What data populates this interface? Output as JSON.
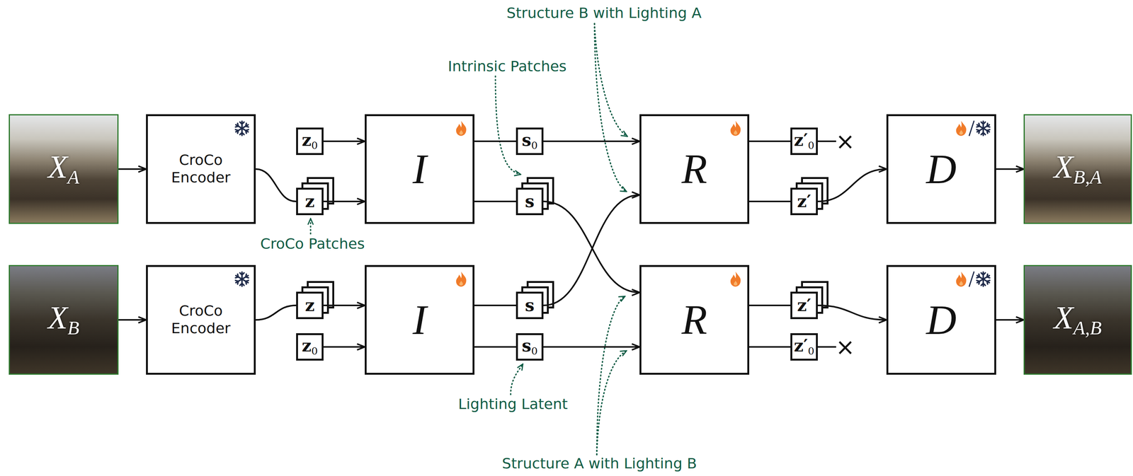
{
  "diagram": {
    "nodes": [
      {
        "text": [
          "X",
          "A"
        ]
      },
      {
        "text": [
          "CroCo Encoder"
        ]
      },
      {
        "text": [
          "z",
          "0"
        ]
      },
      {
        "text": [
          "z"
        ]
      },
      {
        "text": [
          "I"
        ]
      },
      {
        "text": [
          "s",
          "0"
        ]
      },
      {
        "text": [
          "s"
        ]
      },
      {
        "text": [
          "R"
        ]
      },
      {
        "text": [
          "z′",
          "0"
        ]
      },
      {
        "text": [
          "z′"
        ]
      },
      {
        "text": [
          "D"
        ]
      },
      {
        "text": [
          "X",
          "B,A"
        ]
      },
      {
        "text": [
          "X",
          "B"
        ]
      },
      {
        "text": [
          "CroCo Encoder"
        ]
      },
      {
        "text": [
          "z"
        ]
      },
      {
        "text": [
          "z",
          "0"
        ]
      },
      {
        "text": [
          "I"
        ]
      },
      {
        "text": [
          "s"
        ]
      },
      {
        "text": [
          "s",
          "0"
        ]
      },
      {
        "text": [
          "R"
        ]
      },
      {
        "text": [
          "z′"
        ]
      },
      {
        "text": [
          "z′",
          "0"
        ]
      },
      {
        "text": [
          "D"
        ]
      },
      {
        "text": [
          "X",
          "A,B"
        ]
      }
    ],
    "edges": [
      {
        "from": 0,
        "to": 1,
        "arrow": "to"
      },
      {
        "from": 1,
        "to": 3,
        "arrow": "none"
      },
      {
        "from": 2,
        "to": 4,
        "arrow": "to"
      },
      {
        "from": 3,
        "to": 4,
        "arrow": "to"
      },
      {
        "from": 4,
        "to": 5,
        "arrow": "none"
      },
      {
        "from": 4,
        "to": 6,
        "arrow": "none"
      },
      {
        "from": 5,
        "to": 7,
        "arrow": "to"
      },
      {
        "from": 6,
        "to": 19,
        "arrow": "to"
      },
      {
        "from": 7,
        "to": 8,
        "arrow": "none"
      },
      {
        "from": 7,
        "to": 9,
        "arrow": "none"
      },
      {
        "from": 9,
        "to": 10,
        "arrow": "to"
      },
      {
        "from": 10,
        "to": 11,
        "arrow": "to"
      },
      {
        "from": 12,
        "to": 13,
        "arrow": "to"
      },
      {
        "from": 13,
        "to": 14,
        "arrow": "none"
      },
      {
        "from": 14,
        "to": 16,
        "arrow": "to"
      },
      {
        "from": 15,
        "to": 16,
        "arrow": "to"
      },
      {
        "from": 16,
        "to": 17,
        "arrow": "none"
      },
      {
        "from": 16,
        "to": 18,
        "arrow": "none"
      },
      {
        "from": 17,
        "to": 7,
        "arrow": "to"
      },
      {
        "from": 18,
        "to": 19,
        "arrow": "to"
      },
      {
        "from": 19,
        "to": 20,
        "arrow": "none"
      },
      {
        "from": 19,
        "to": 21,
        "arrow": "none"
      },
      {
        "from": 20,
        "to": 22,
        "arrow": "to"
      },
      {
        "from": 22,
        "to": 23,
        "arrow": "to"
      }
    ],
    "labels": [
      "Structure B with Lighting A",
      "Intrinsic Patches",
      "CroCo Patches",
      "Lighting Latent",
      "Structure A with Lighting B",
      "×",
      "×"
    ]
  }
}
